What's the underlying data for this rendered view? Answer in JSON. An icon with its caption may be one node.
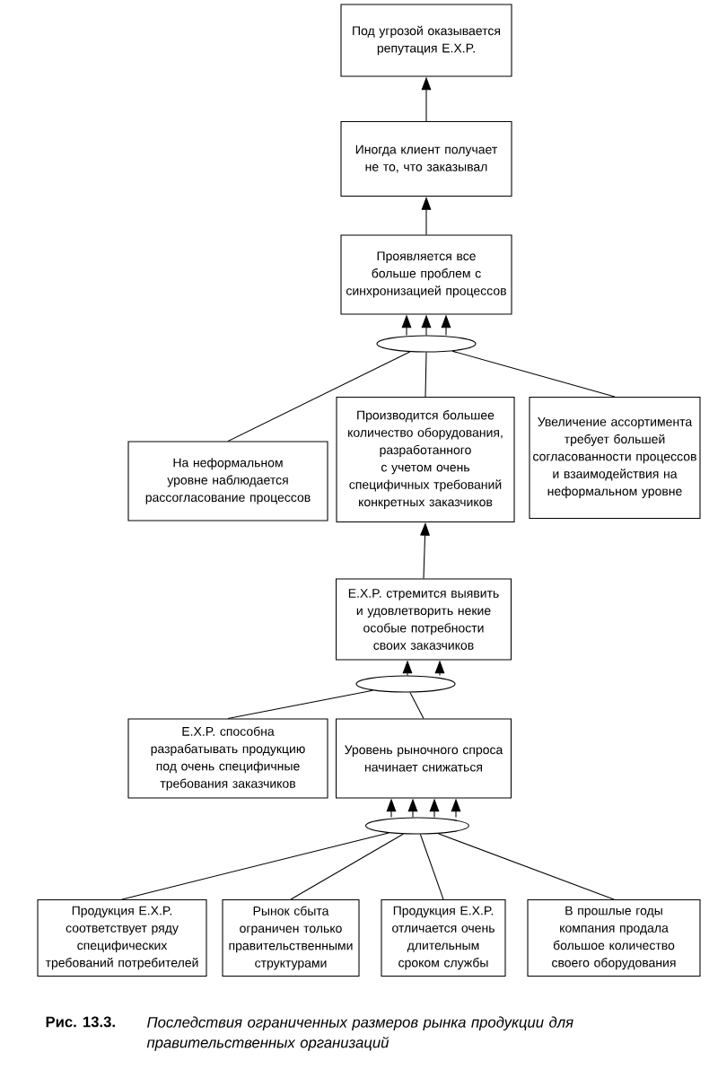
{
  "diagram": {
    "caption": "Последствия ограниченных размеров рынка продукции для правительственных организаций",
    "nodes": [
      {
        "text": [
          "Под угрозой оказывается репутация E.X.P."
        ]
      },
      {
        "text": [
          "Иногда клиент получает не то, что заказывал"
        ]
      },
      {
        "text": [
          "Проявляется все больше проблем с синхронизацией процессов"
        ]
      },
      {
        "text": [],
        "shape": "ellipse"
      },
      {
        "text": [
          "На неформальном уровне наблюдается рассогласование процессов"
        ]
      },
      {
        "text": [
          "Производится большее количество оборудования, разработанного с учетом очень специфичных требований конкретных заказчиков"
        ]
      },
      {
        "text": [
          "Увеличение ассортимента требует большей согласованности процессов и взаимодействия на неформальном уровне"
        ]
      },
      {
        "text": [
          "E.X.P. стремится выявить и удовлетворить некие особые потребности своих заказчиков"
        ]
      },
      {
        "text": [],
        "shape": "ellipse"
      },
      {
        "text": [
          "E.X.P. способна разрабатывать продукцию под очень специфичные требования заказчиков"
        ]
      },
      {
        "text": [
          "Уровень рыночного спроса начинает снижаться"
        ]
      },
      {
        "text": [],
        "shape": "ellipse"
      },
      {
        "text": [
          "Продукция E.X.P. соответствует ряду специфических требований потребителей"
        ]
      },
      {
        "text": [
          "Рынок сбыта ограничен только правительственными структурами"
        ]
      },
      {
        "text": [
          "Продукция E.X.P. отличается очень длительным сроком службы"
        ]
      },
      {
        "text": [
          "В прошлые годы компания продала большое количество своего оборудования"
        ]
      }
    ],
    "edges": [
      {
        "from": 1,
        "to": 0,
        "arrow": "to"
      },
      {
        "from": 2,
        "to": 1,
        "arrow": "to"
      },
      {
        "from": 3,
        "to": 2,
        "arrow": "to"
      },
      {
        "from": 3,
        "to": 2,
        "arrow": "to"
      },
      {
        "from": 3,
        "to": 2,
        "arrow": "to"
      },
      {
        "from": 4,
        "to": 3,
        "arrow": "none"
      },
      {
        "from": 5,
        "to": 3,
        "arrow": "none"
      },
      {
        "from": 6,
        "to": 3,
        "arrow": "none"
      },
      {
        "from": 7,
        "to": 5,
        "arrow": "to"
      },
      {
        "from": 8,
        "to": 7,
        "arrow": "to"
      },
      {
        "from": 8,
        "to": 7,
        "arrow": "to"
      },
      {
        "from": 9,
        "to": 8,
        "arrow": "none"
      },
      {
        "from": 10,
        "to": 8,
        "arrow": "none"
      },
      {
        "from": 11,
        "to": 10,
        "arrow": "to"
      },
      {
        "from": 11,
        "to": 10,
        "arrow": "to"
      },
      {
        "from": 11,
        "to": 10,
        "arrow": "to"
      },
      {
        "from": 11,
        "to": 10,
        "arrow": "to"
      },
      {
        "from": 12,
        "to": 11,
        "arrow": "none"
      },
      {
        "from": 13,
        "to": 11,
        "arrow": "none"
      },
      {
        "from": 14,
        "to": 11,
        "arrow": "none"
      },
      {
        "from": 15,
        "to": 11,
        "arrow": "none"
      }
    ],
    "labels": [
      "Рис. 13.3."
    ]
  }
}
